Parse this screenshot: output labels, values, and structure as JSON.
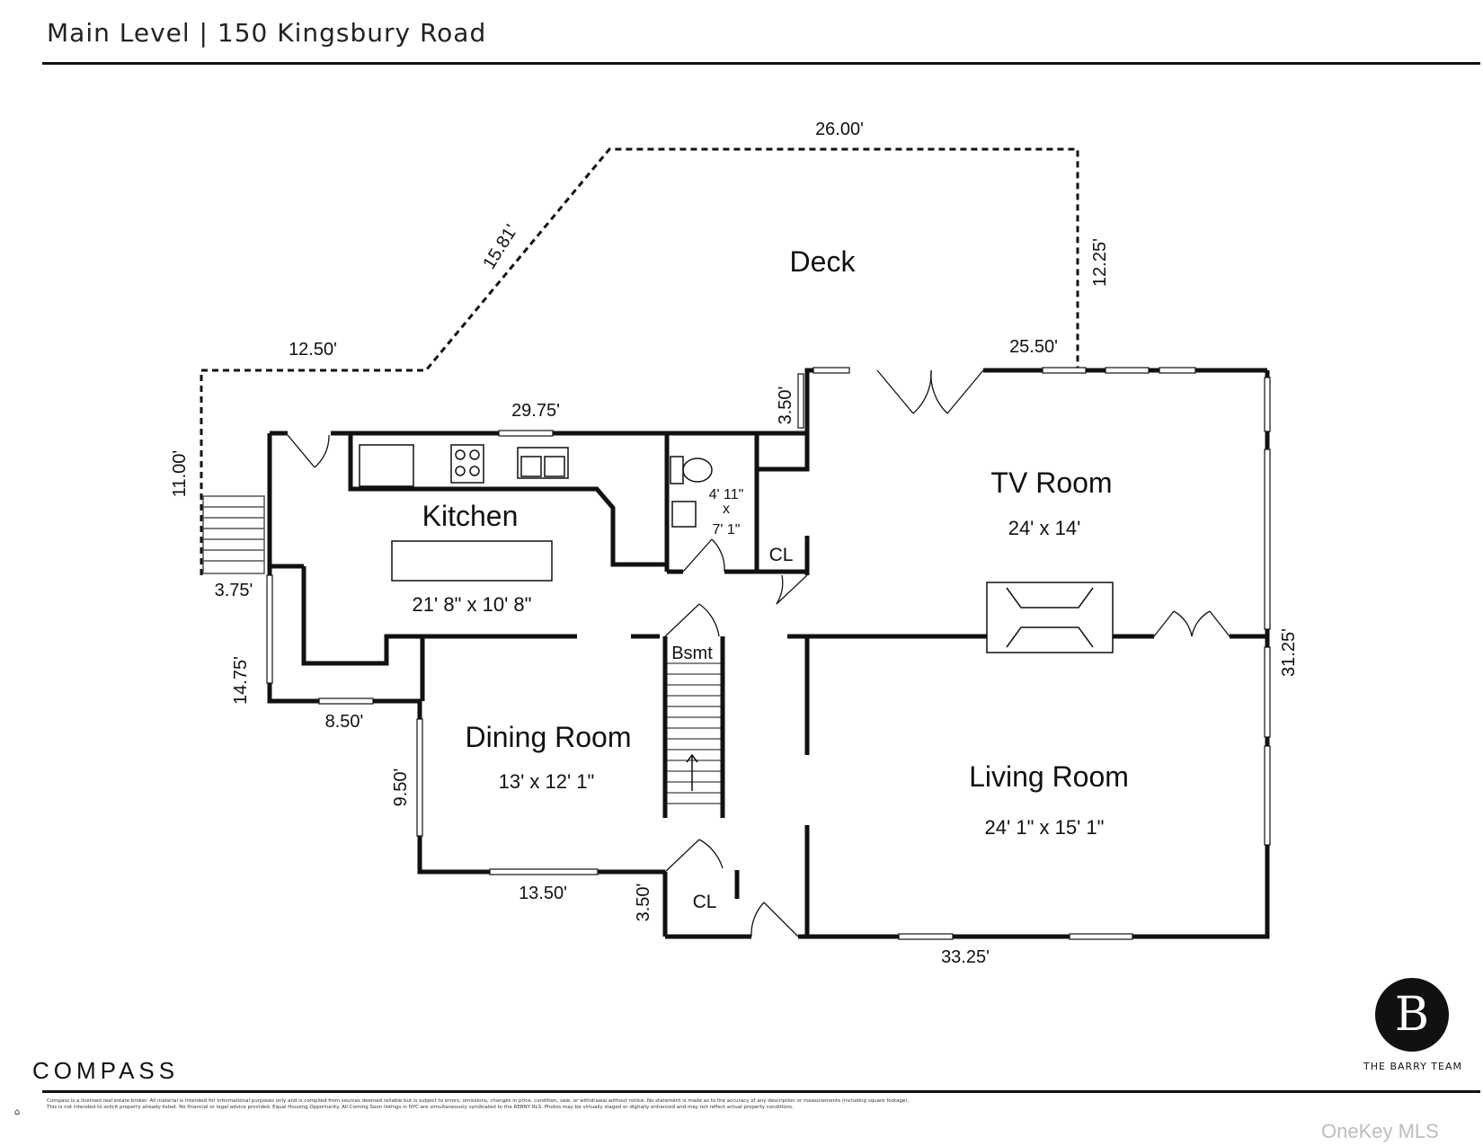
{
  "header": {
    "title": "Main Level | 150 Kingsbury Road"
  },
  "rooms": {
    "deck": {
      "name": "Deck"
    },
    "kitchen": {
      "name": "Kitchen",
      "size": "21' 8\" x 10' 8\""
    },
    "tv_room": {
      "name": "TV Room",
      "size": "24' x 14'"
    },
    "dining_room": {
      "name": "Dining Room",
      "size": "13' x 12' 1\""
    },
    "living_room": {
      "name": "Living Room",
      "size": "24' 1\" x 15' 1\""
    },
    "bath": {
      "size_line1": "4' 11\"",
      "size_line2": "x",
      "size_line3": "7' 1\""
    },
    "closet_upper": {
      "name": "CL"
    },
    "closet_lower": {
      "name": "CL"
    },
    "basement_stair": {
      "name": "Bsmt"
    }
  },
  "dimensions": {
    "deck_top": "26.00'",
    "deck_diagonal": "15.81'",
    "deck_right": "12.25'",
    "deck_left_top": "12.50'",
    "deck_left_side": "11.00'",
    "kitchen_top": "29.75'",
    "step_top": "3.50'",
    "tv_top": "25.50'",
    "entry_left": "3.75'",
    "left_side": "14.75'",
    "bottom_left": "8.50'",
    "dining_left": "9.50'",
    "dining_bottom": "13.50'",
    "closet_side": "3.50'",
    "right_side": "31.25'",
    "bottom": "33.25'"
  },
  "branding": {
    "compass": "COMPASS",
    "team_logo_letter": "B",
    "team_name": "THE BARRY TEAM",
    "equal_housing": "⌂",
    "disclaimer": "Compass is a licensed real estate broker. All material is intended for informational purposes only and is compiled from sources deemed reliable but is subject to errors, omissions, changes in price, condition, sale, or withdrawal without notice. No statement is made as to the accuracy of any description or measurements (including square footage). This is not intended to solicit property already listed. No financial or legal advice provided. Equal Housing Opportunity. All Coming Soon listings in NYC are simultaneously syndicated to the REBNY RLS. Photos may be virtually staged or digitally enhanced and may not reflect actual property conditions.",
    "watermark": "OneKey MLS"
  }
}
